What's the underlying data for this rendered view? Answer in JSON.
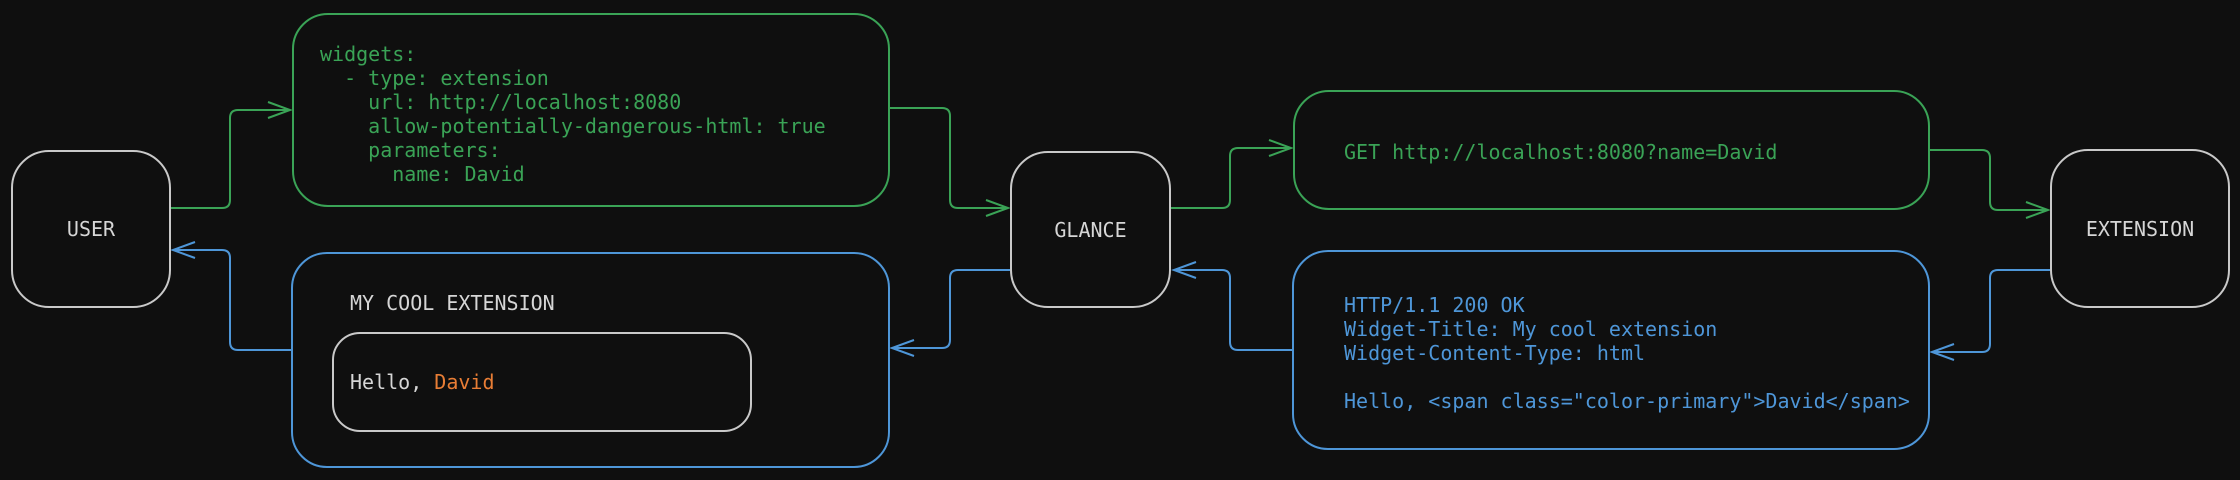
{
  "colors": {
    "background": "#0f0f0f",
    "green": "#3aa356",
    "blue": "#4e96d8",
    "orange": "#e87d35",
    "node_border": "#c9c9c9",
    "label_text": "#d6d6d6"
  },
  "nodes": {
    "user": {
      "label": "USER"
    },
    "glance": {
      "label": "GLANCE"
    },
    "extension": {
      "label": "EXTENSION"
    }
  },
  "messages": {
    "config_yaml": "widgets:\n  - type: extension\n    url: http://localhost:8080\n    allow-potentially-dangerous-html: true\n    parameters:\n      name: David",
    "http_request": "GET http://localhost:8080?name=David",
    "http_response": "HTTP/1.1 200 OK\nWidget-Title: My cool extension\nWidget-Content-Type: html\n\nHello, <span class=\"color-primary\">David</span>"
  },
  "widget": {
    "title": "MY COOL EXTENSION",
    "greeting_prefix": "Hello, ",
    "greeting_name": "David"
  },
  "arrows": [
    {
      "from": "user",
      "to": "config_yaml",
      "color": "green"
    },
    {
      "from": "config_yaml",
      "to": "glance",
      "color": "green"
    },
    {
      "from": "glance",
      "to": "http_request",
      "color": "green"
    },
    {
      "from": "http_request",
      "to": "extension",
      "color": "green"
    },
    {
      "from": "extension",
      "to": "http_response",
      "color": "blue"
    },
    {
      "from": "http_response",
      "to": "glance",
      "color": "blue"
    },
    {
      "from": "glance",
      "to": "rendered_widget",
      "color": "blue"
    },
    {
      "from": "rendered_widget",
      "to": "user",
      "color": "blue"
    }
  ]
}
